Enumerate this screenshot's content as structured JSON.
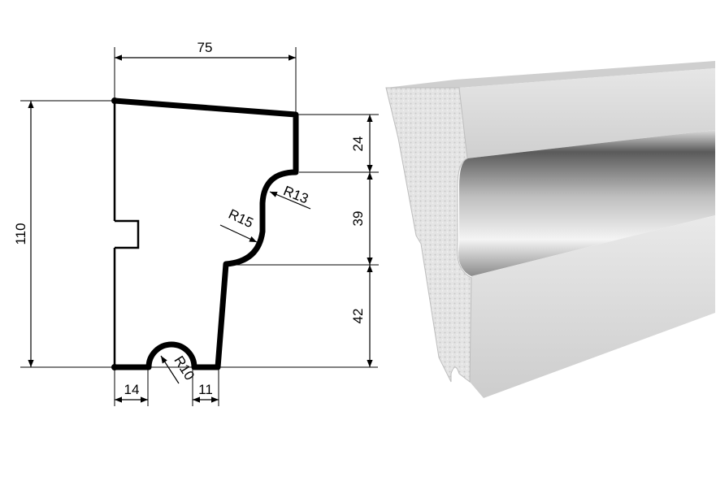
{
  "drawing": {
    "dimensions": {
      "width_top": "75",
      "height_total": "110",
      "right_top": "24",
      "right_middle": "39",
      "right_bottom": "42",
      "bottom_left": "14",
      "bottom_right": "11"
    },
    "radii": {
      "upper_curve": "R13",
      "lower_curve": "R15",
      "groove": "R10"
    }
  },
  "colors": {
    "line": "#000000",
    "render_light": "#f2f2f2",
    "render_dark": "#3a3a3a"
  }
}
